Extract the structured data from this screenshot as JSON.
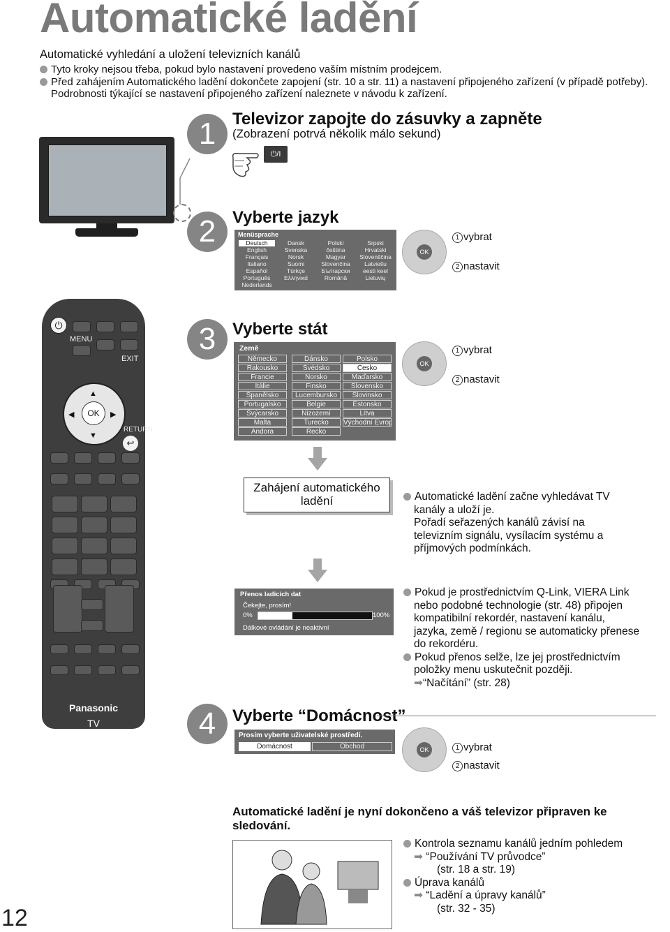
{
  "page": {
    "title": "Automatické ladění",
    "page_number": "12",
    "intro_heading": "Automatické vyhledání a uložení televizních kanálů",
    "intro_bullets": [
      "Tyto kroky nejsou třeba, pokud bylo nastavení provedeno vaším místním prodejcem.",
      "Před zahájením Automatického ladění dokončete zapojení (str. 10 a str. 11) a nastavení připojeného zařízení (v případě potřeby). Podrobnosti týkající se nastavení připojeného zařízení naleznete v návodu k zařízení."
    ]
  },
  "step1": {
    "num": "1",
    "heading": "Televizor zapojte do zásuvky a zapněte",
    "sub": "(Zobrazení potrvá několik málo sekund)",
    "power_label": "⏻/I"
  },
  "step2": {
    "num": "2",
    "heading": "Vyberte jazyk",
    "menu_title": "Menüsprache",
    "selected": "Deutsch",
    "columns": [
      [
        "Deutsch",
        "English",
        "Français",
        "Italiano",
        "Español",
        "Português",
        "Nederlands"
      ],
      [
        "Dansk",
        "Svenska",
        "Norsk",
        "Suomi",
        "Türkçe",
        "Ελληνικά"
      ],
      [
        "Polski",
        "čeština",
        "Magyar",
        "Slovenčina",
        "Български",
        "Română"
      ],
      [
        "Srpski",
        "Hrvatski",
        "Slovenščina",
        "Latviešu",
        "eesti keel",
        "Lietuvių"
      ]
    ]
  },
  "step3": {
    "num": "3",
    "heading": "Vyberte stát",
    "menu_title": "Země",
    "selected": "Česko",
    "columns": [
      [
        "Německo",
        "Rakousko",
        "Francie",
        "Itálie",
        "Španělsko",
        "Portugalsko",
        "Švýcarsko",
        "Malta",
        "Andora"
      ],
      [
        "Dánsko",
        "Švédsko",
        "Norsko",
        "Finsko",
        "Lucembursko",
        "Belgie",
        "Nizozemí",
        "Turecko",
        "Řecko"
      ],
      [
        "Polsko",
        "Česko",
        "Maďarsko",
        "Slovensko",
        "Slovinsko",
        "Estonsko",
        "Litva",
        "Východní Evropa"
      ]
    ]
  },
  "nav": {
    "ok": "OK",
    "n1": "①",
    "n2": "②",
    "select": "vybrat",
    "set": "nastavit"
  },
  "auto_tune": {
    "box_label": "Zahájení automatického ladění",
    "text": [
      "Automatické ladění začne vyhledávat TV kanály a uloží je.",
      "Pořadí seřazených kanálů závisí na televizním signálu, vysílacím systému a příjmových podmínkách."
    ]
  },
  "transfer": {
    "title": "Přenos ladicích dat",
    "wait": "Čekejte, prosím!",
    "start": "0%",
    "end": "100%",
    "progress": 0.3,
    "note": "Dálkové ovládání je neaktivní",
    "bullet1": "Pokud je prostřednictvím Q-Link, VIERA Link nebo podobné technologie (str. 48) připojen kompatibilní rekordér, nastavení kanálu, jazyka, země / regionu se automaticky přenese do rekordéru.",
    "bullet2": "Pokud přenos selže, lze jej prostřednictvím položky menu uskutečnit později.",
    "ref": "“Načítání” (str. 28)"
  },
  "step4": {
    "num": "4",
    "heading": "Vyberte “Domácnost”",
    "menu_title": "Prosím vyberte uživatelské prostředí.",
    "opt1": "Domácnost",
    "opt2": "Obchod"
  },
  "done": {
    "heading": "Automatické ladění je nyní dokončeno a váš televizor připraven ke sledování.",
    "b1": "Kontrola seznamu kanálů jedním pohledem",
    "r1a": "“Používání TV průvodce”",
    "r1b": "(str. 18 a str. 19)",
    "b2": "Úprava kanálů",
    "r2a": "“Ladění a úpravy kanálů”",
    "r2b": "(str. 32 - 35)"
  },
  "remote": {
    "menu": "MENU",
    "exit": "EXIT",
    "ok": "OK",
    "return": "RETURN",
    "brand": "Panasonic",
    "tv": "TV"
  }
}
